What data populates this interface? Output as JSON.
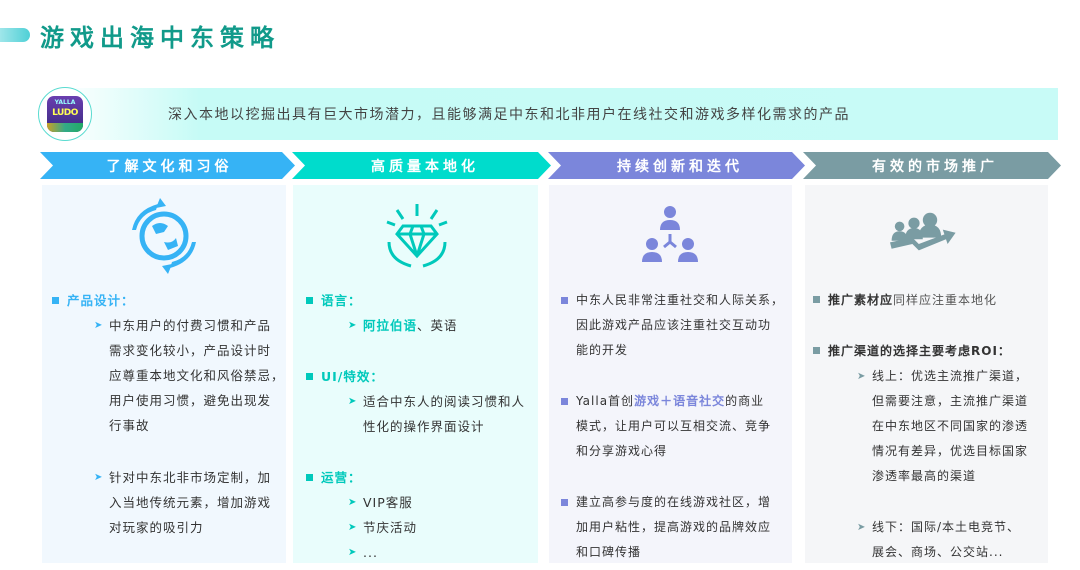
{
  "title": "游戏出海中东策略",
  "banner": {
    "text": "深入本地以挖掘出具有巨大市场潜力，且能够满足中东和北非用户在线社交和游戏多样化需求的产品",
    "logo": "Yalla Ludo"
  },
  "colors": {
    "col1": "#36b3f5",
    "col2": "#00dccc",
    "col3": "#7b86db",
    "col4": "#7a9ca3",
    "title": "#119a8a"
  },
  "columns": [
    {
      "header": "了解文化和习俗",
      "icon": "globe-arrows-icon",
      "heading": "产品设计：",
      "sub1": [
        "中东用户的付费习惯和产品",
        "需求变化较小，产品设计时",
        "应尊重本地文化和风俗禁忌，",
        "用户使用习惯，避免出现发",
        "行事故"
      ],
      "sub2": [
        "针对中东北非市场定制，加",
        "入当地传统元素，增加游戏",
        "对玩家的吸引力"
      ]
    },
    {
      "header": "高质量本地化",
      "icon": "diamond-hands-icon",
      "h1": "语言：",
      "lang_hl": "阿拉伯语",
      "lang_rest": "、英语",
      "h2": "UI/特效：",
      "ui": [
        "适合中东人的阅读习惯和人",
        "性化的操作界面设计"
      ],
      "h3": "运营：",
      "ops": [
        "VIP客服",
        "节庆活动",
        "..."
      ]
    },
    {
      "header": "持续创新和迭代",
      "icon": "team-network-icon",
      "b1": [
        "中东人民非常注重社交和人际关系，",
        "因此游戏产品应该注重社交互动功",
        "能的开发"
      ],
      "b2_pre": "Yalla首创",
      "b2_hl": "游戏＋语音社交",
      "b2_post": "的商业",
      "b2": [
        "模式，让用户可以互相交流、竞争",
        "和分享游戏心得"
      ],
      "b3": [
        "建立高参与度的在线游戏社区，增",
        "加用户粘性，提高游戏的品牌效应",
        "和口碑传播"
      ]
    },
    {
      "header": "有效的市场推广",
      "icon": "people-growth-icon",
      "b1_bold": "推广素材应",
      "b1_rest": "同样应注重本地化",
      "b2": "推广渠道的选择主要考虑ROI：",
      "online": [
        "线上：优选主流推广渠道，",
        "但需要注意，主流推广渠道",
        "在中东地区不同国家的渗透",
        "情况有差异，优选目标国家",
        "渗透率最高的渠道"
      ],
      "offline": [
        "线下：国际/本土电竞节、",
        "展会、商场、公交站..."
      ]
    }
  ]
}
